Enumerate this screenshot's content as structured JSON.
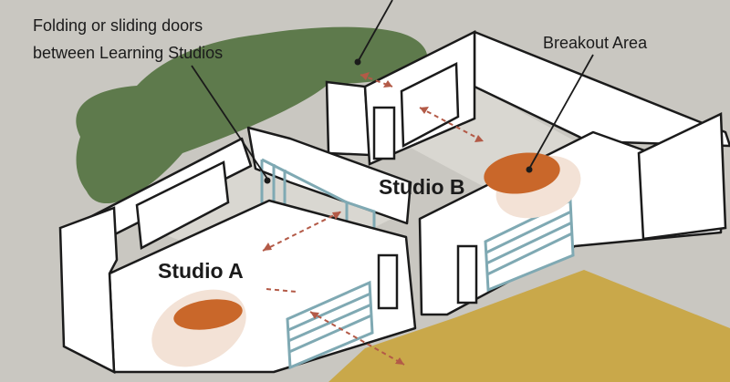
{
  "callouts": {
    "doors_line1": "Folding or sliding doors",
    "doors_line2": "between Learning Studios",
    "breakout": "Breakout Area"
  },
  "studios": {
    "a": "Studio A",
    "b": "Studio B"
  },
  "colors": {
    "background": "#c9c7c1",
    "tree": "#5e7a4c",
    "lawn": "#c9a84a",
    "wall": "#ffffff",
    "floor": "#d9d7d1",
    "outline": "#1b1b1b",
    "glass": "#7fa9b3",
    "breakout_spot": "#c9672a",
    "breakout_glow": "#f3e2d6",
    "arrow": "#b35a47"
  }
}
